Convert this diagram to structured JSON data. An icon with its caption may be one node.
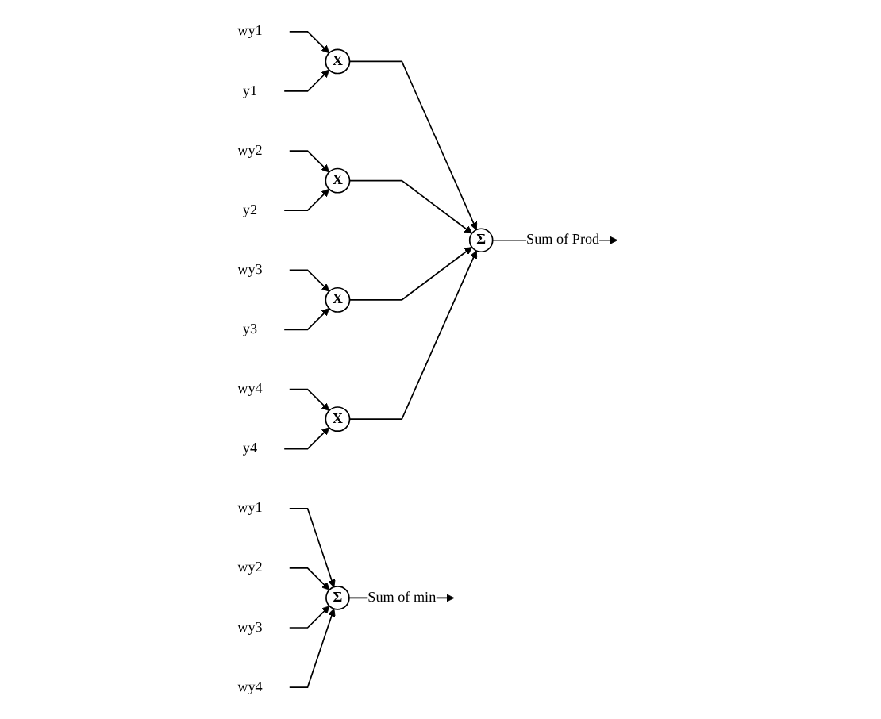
{
  "diagram": {
    "nodes": [
      {
        "text": [
          "wy1"
        ]
      },
      {
        "text": [
          "y1"
        ]
      },
      {
        "text": [
          "X"
        ]
      },
      {
        "text": [
          "wy2"
        ]
      },
      {
        "text": [
          "y2"
        ]
      },
      {
        "text": [
          "X"
        ]
      },
      {
        "text": [
          "wy3"
        ]
      },
      {
        "text": [
          "y3"
        ]
      },
      {
        "text": [
          "X"
        ]
      },
      {
        "text": [
          "wy4"
        ]
      },
      {
        "text": [
          "y4"
        ]
      },
      {
        "text": [
          "X"
        ]
      },
      {
        "text": [
          "Σ"
        ]
      },
      {
        "text": [
          "wy1"
        ]
      },
      {
        "text": [
          "wy2"
        ]
      },
      {
        "text": [
          "wy3"
        ]
      },
      {
        "text": [
          "wy4"
        ]
      },
      {
        "text": [
          "Σ"
        ]
      }
    ],
    "edges": [
      {
        "from": 0,
        "to": 2,
        "arrow": "to"
      },
      {
        "from": 1,
        "to": 2,
        "arrow": "to"
      },
      {
        "from": 3,
        "to": 5,
        "arrow": "to"
      },
      {
        "from": 4,
        "to": 5,
        "arrow": "to"
      },
      {
        "from": 6,
        "to": 8,
        "arrow": "to"
      },
      {
        "from": 7,
        "to": 8,
        "arrow": "to"
      },
      {
        "from": 9,
        "to": 11,
        "arrow": "to"
      },
      {
        "from": 10,
        "to": 11,
        "arrow": "to"
      },
      {
        "from": 2,
        "to": 12,
        "arrow": "to"
      },
      {
        "from": 5,
        "to": 12,
        "arrow": "to"
      },
      {
        "from": 8,
        "to": 12,
        "arrow": "to"
      },
      {
        "from": 11,
        "to": 12,
        "arrow": "to"
      },
      {
        "from": 12,
        "to": null,
        "arrow": "to",
        "label": "Sum of Prod"
      },
      {
        "from": 13,
        "to": 17,
        "arrow": "to"
      },
      {
        "from": 14,
        "to": 17,
        "arrow": "to"
      },
      {
        "from": 15,
        "to": 17,
        "arrow": "to"
      },
      {
        "from": 16,
        "to": 17,
        "arrow": "to"
      },
      {
        "from": 17,
        "to": null,
        "arrow": "to",
        "label": "Sum of min"
      }
    ]
  }
}
